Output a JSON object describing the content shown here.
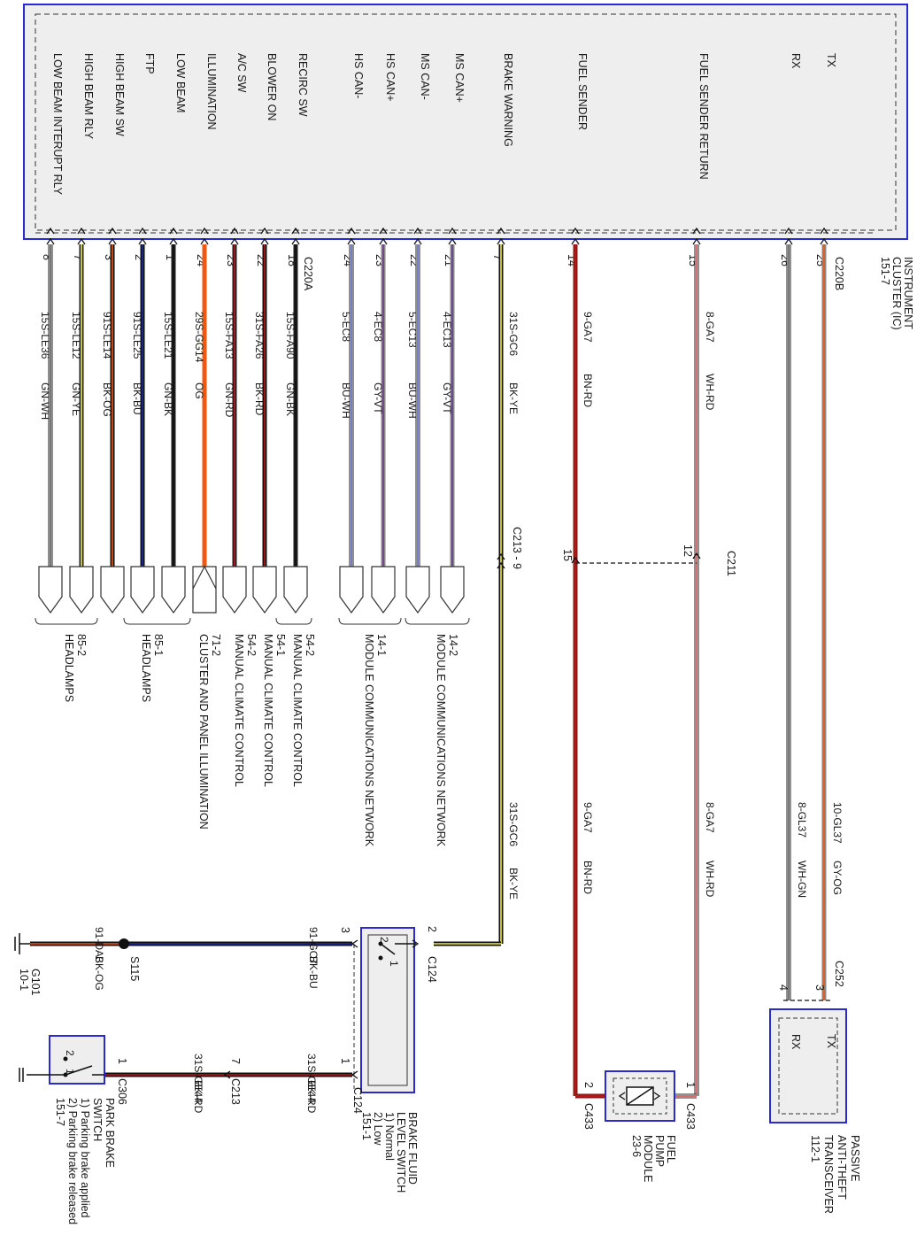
{
  "cluster": {
    "connector_a": "C220A",
    "connector_b": "C220B",
    "title": [
      "INSTRUMENT",
      "CLUSTER (IC)",
      "151-7"
    ],
    "pins": [
      {
        "name": "LOW BEAM INTERUPT RLY",
        "pin": "8",
        "circuit": "15S-LE36",
        "color_code": "GN-WH",
        "dest": "85-2 HEADLAMPS"
      },
      {
        "name": "HIGH BEAM RLY",
        "pin": "7",
        "circuit": "15S-LE12",
        "color_code": "GN-YE",
        "dest": ""
      },
      {
        "name": "HIGH BEAM SW",
        "pin": "3",
        "circuit": "91S-LE14",
        "color_code": "BK-OG",
        "dest": ""
      },
      {
        "name": "FTP",
        "pin": "2",
        "circuit": "91S-LE25",
        "color_code": "BK-BU",
        "dest": "85-1 HEADLAMPS"
      },
      {
        "name": "LOW BEAM",
        "pin": "1",
        "circuit": "15S-LE21",
        "color_code": "GN-BK",
        "dest": ""
      },
      {
        "name": "ILLUMINATION",
        "pin": "24",
        "circuit": "29S-GG14",
        "color_code": "OG",
        "dest": "71-2 CLUSTER AND PANEL ILLUMINATION"
      },
      {
        "name": "A/C SW",
        "pin": "23",
        "circuit": "15S-FA13",
        "color_code": "GN-RD",
        "dest": "54-2 MANUAL CLIMATE CONTROL"
      },
      {
        "name": "BLOWER ON",
        "pin": "22",
        "circuit": "31S-FA26",
        "color_code": "BK-RD",
        "dest": "54-1 MANUAL CLIMATE CONTROL"
      },
      {
        "name": "RECIRC SW",
        "pin": "18",
        "circuit": "15S-FA90",
        "color_code": "GN-BK",
        "dest": "54-2 MANUAL CLIMATE CONTROL"
      },
      {
        "name": "HS CAN-",
        "pin": "24",
        "circuit": "5-EC8",
        "color_code": "BU-WH",
        "dest": "14-1 MODULE COMMUNICATIONS NETWORK"
      },
      {
        "name": "HS CAN+",
        "pin": "23",
        "circuit": "4-EC8",
        "color_code": "GY-VT",
        "dest": ""
      },
      {
        "name": "MS CAN-",
        "pin": "22",
        "circuit": "5-EC13",
        "color_code": "BU-WH",
        "dest": "14-2 MODULE COMMUNICATIONS NETWORK"
      },
      {
        "name": "MS CAN+",
        "pin": "21",
        "circuit": "4-EC13",
        "color_code": "GY-VT",
        "dest": ""
      },
      {
        "name": "BRAKE WARNING",
        "pin": "7",
        "circuit": "31S-GC6",
        "color_code": "BK-YE",
        "dest": ""
      },
      {
        "name": "FUEL SENDER",
        "pin": "14",
        "circuit": "9-GA7",
        "color_code": "BN-RD",
        "dest": ""
      },
      {
        "name": "FUEL SENDER RETURN",
        "pin": "15",
        "circuit": "8-GA7",
        "color_code": "WH-RD",
        "dest": ""
      },
      {
        "name": "RX",
        "pin": "26",
        "circuit": "",
        "color_code": "",
        "dest": ""
      },
      {
        "name": "TX",
        "pin": "25",
        "circuit": "",
        "color_code": "",
        "dest": ""
      }
    ]
  },
  "connectors": {
    "c213_9": "C213 - 9",
    "c211": "C211",
    "c211_pin12": "12",
    "c211_pin15": "15",
    "c252": "C252",
    "c124": "C124",
    "c213": "C213",
    "c306": "C306",
    "c433": "C433",
    "s115": "S115"
  },
  "lower_wires": {
    "brake_warning": {
      "circuit": "31S-GC6",
      "color_code": "BK-YE"
    },
    "fuel_sender": {
      "circuit": "9-GA7",
      "color_code": "BN-RD"
    },
    "fuel_return": {
      "circuit": "8-GA7",
      "color_code": "WH-RD"
    },
    "rx": {
      "circuit": "8-GL37",
      "color_code": "WH-GN"
    },
    "tx": {
      "circuit": "10-GL37",
      "color_code": "GY-OG"
    },
    "ground": {
      "circuit": "91-GC7",
      "color_code": "BK-BU"
    },
    "ground_g101": {
      "circuit": "91-DA3",
      "color_code": "BK-OG"
    },
    "park_to_c213": {
      "circuit": "31S-GE44",
      "color_code": "BK-RD"
    },
    "c213_to_c124": {
      "circuit": "31S-GE44",
      "color_code": "BK-RD"
    }
  },
  "pins_lower": {
    "c252_pin3": "3",
    "pat_pin4": "4",
    "c124_pin2": "2",
    "c124_pin3": "3",
    "c124_pin1": "1",
    "c213_pin7": "7",
    "c306_pin1": "1",
    "c433_pin1": "1",
    "c433_pin2": "2"
  },
  "components": {
    "pats": {
      "title": [
        "PASSIVE",
        "ANTI-THEFT",
        "TRANSCEIVER",
        "112-1"
      ],
      "tx": "TX",
      "rx": "RX"
    },
    "fuel_pump": {
      "title": [
        "FUEL",
        "PUMP",
        "MODULE",
        "23-6"
      ]
    },
    "brake_fluid": {
      "title": [
        "BRAKE FLUID",
        "LEVEL SWITCH",
        "1) Normal",
        "2) Low",
        "151-1"
      ],
      "sw_pins": [
        "2",
        "1"
      ]
    },
    "park_brake": {
      "title": [
        "PARK BRAKE",
        "SWITCH",
        "1) Parking brake applied",
        "2) Parking brake released",
        "151-7"
      ],
      "sw_pins": [
        "2",
        "1"
      ]
    },
    "ground": {
      "title": [
        "G101",
        "10-1"
      ]
    }
  },
  "colors": {
    "cluster_border": "#2a2ad0",
    "cluster_fill": "#eeeeee",
    "GN": "#1f1f1f",
    "BK": "#111111",
    "RD": "#c0141c",
    "BN": "#8a1a14",
    "YE": "#f4ef3a",
    "BU": "#1e2aa8",
    "OG": "#f0580f",
    "WH": "#ffffff",
    "GY": "#888888",
    "VT": "#6a3a8a"
  }
}
